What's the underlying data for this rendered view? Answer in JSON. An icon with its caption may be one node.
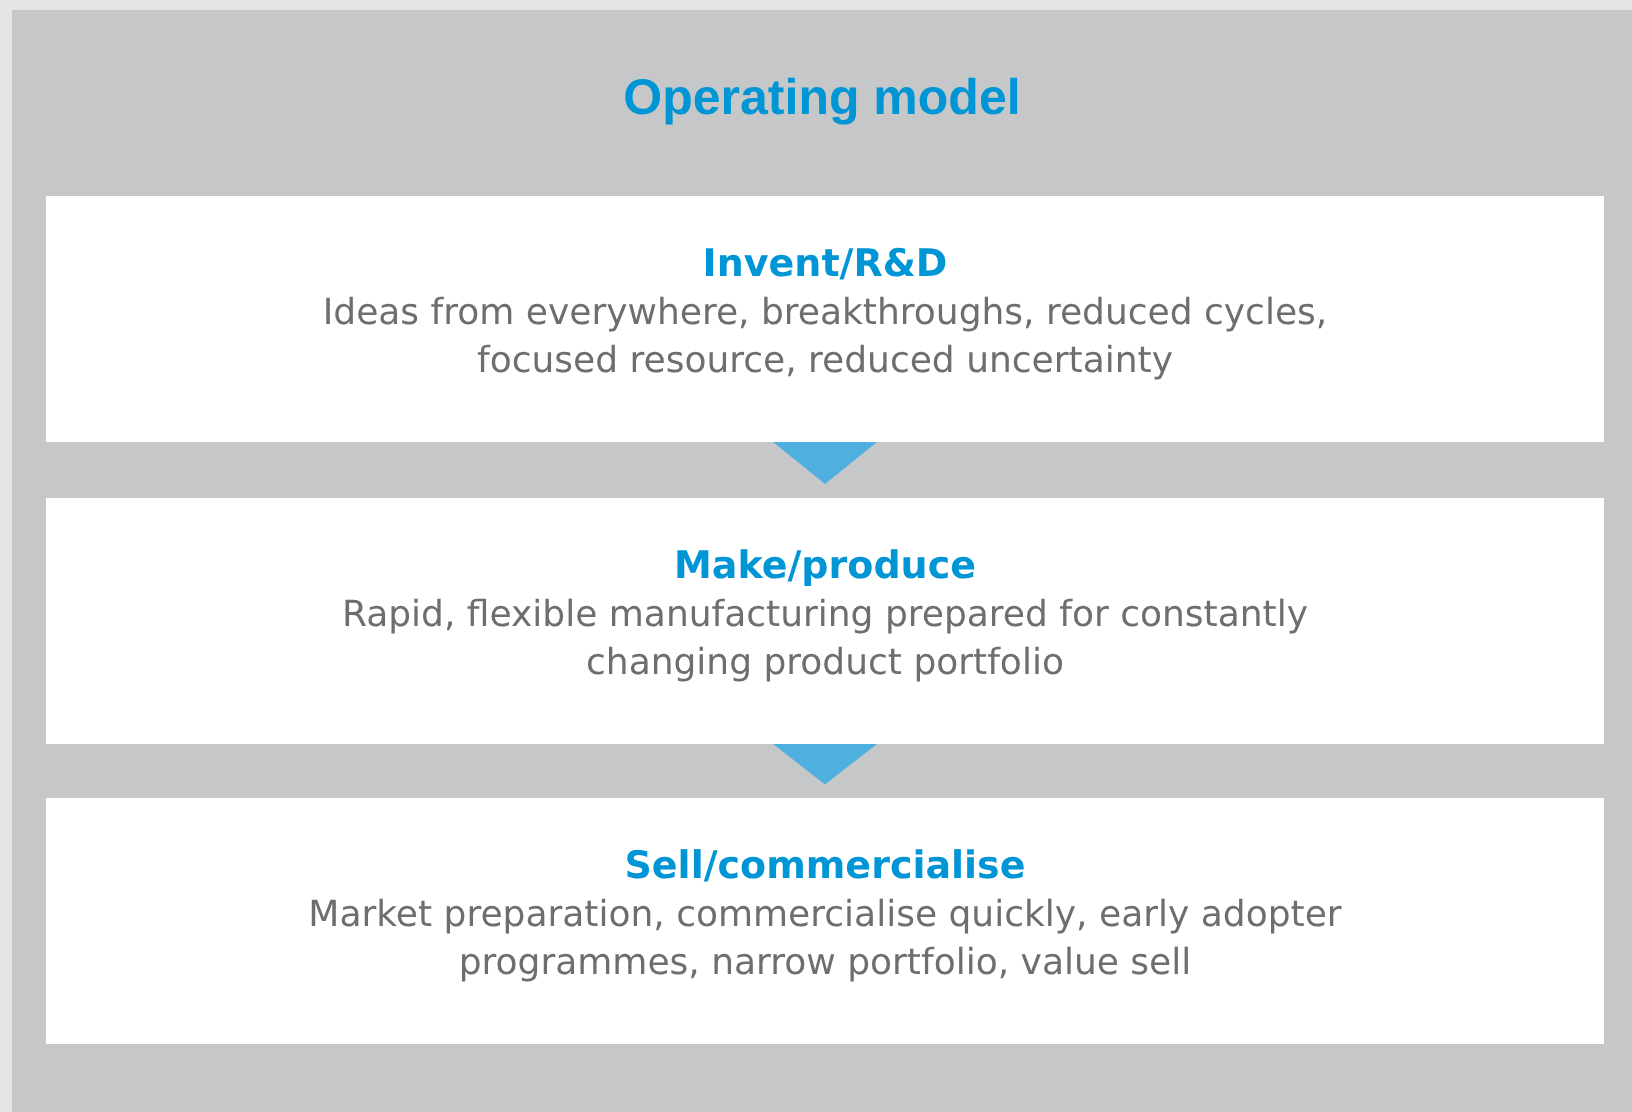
{
  "diagram": {
    "title": "Operating model",
    "nodes": [
      {
        "text": [
          "Invent/R&D",
          "Ideas from everywhere, breakthroughs, reduced cycles, focused resource, reduced uncertainty"
        ]
      },
      {
        "text": [
          "Make/produce",
          "Rapid, flexible manufacturing prepared for constantly changing product portfolio"
        ]
      },
      {
        "text": [
          "Sell/commercialise",
          "Market preparation, commercialise quickly, early adopter programmes, narrow portfolio, value sell"
        ]
      }
    ],
    "edges": [
      {
        "from": 0,
        "to": 1,
        "arrow": "to"
      },
      {
        "from": 1,
        "to": 2,
        "arrow": "to"
      }
    ]
  }
}
